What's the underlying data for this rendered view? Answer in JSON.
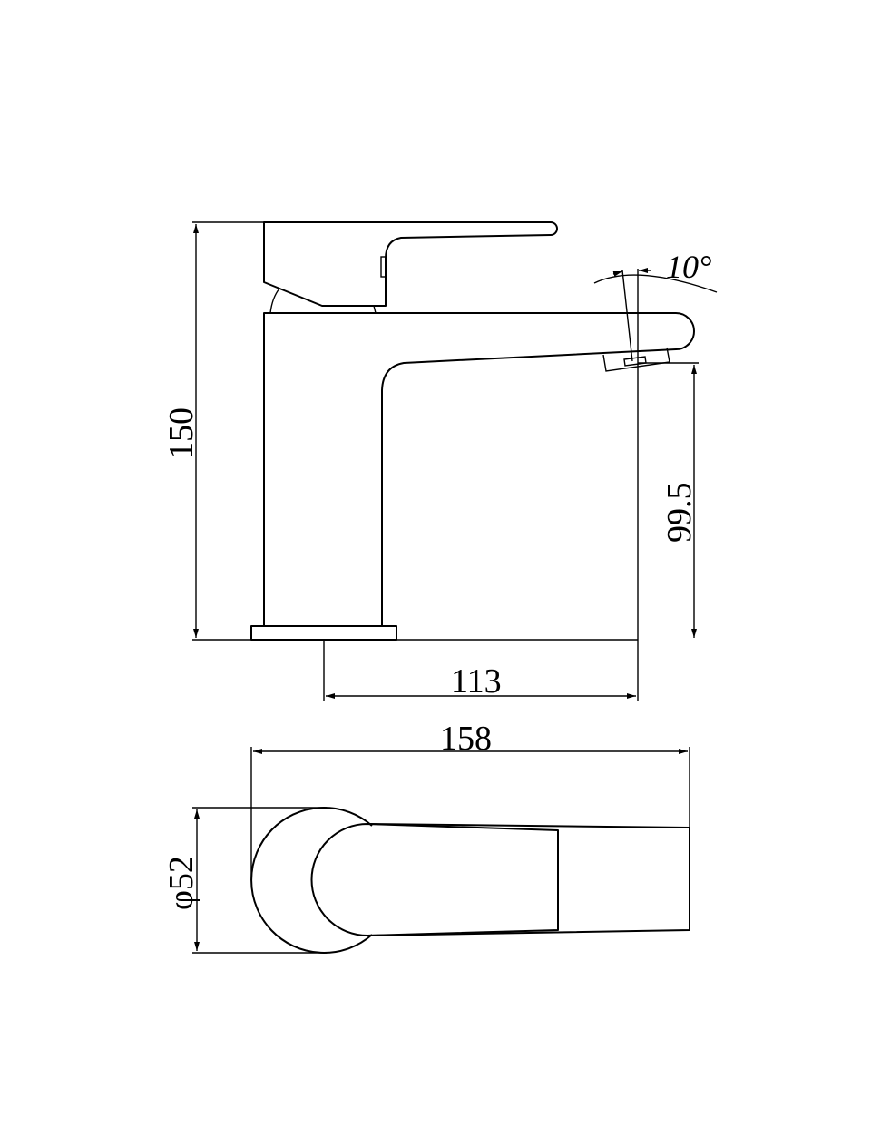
{
  "drawing": {
    "side_view": {
      "height_total": "150",
      "spout_height": "99.5",
      "spout_reach": "113",
      "spout_angle": "10°"
    },
    "top_view": {
      "length_total": "158",
      "base_diameter": "φ52"
    },
    "line_color": "#000000",
    "background": "#ffffff"
  }
}
